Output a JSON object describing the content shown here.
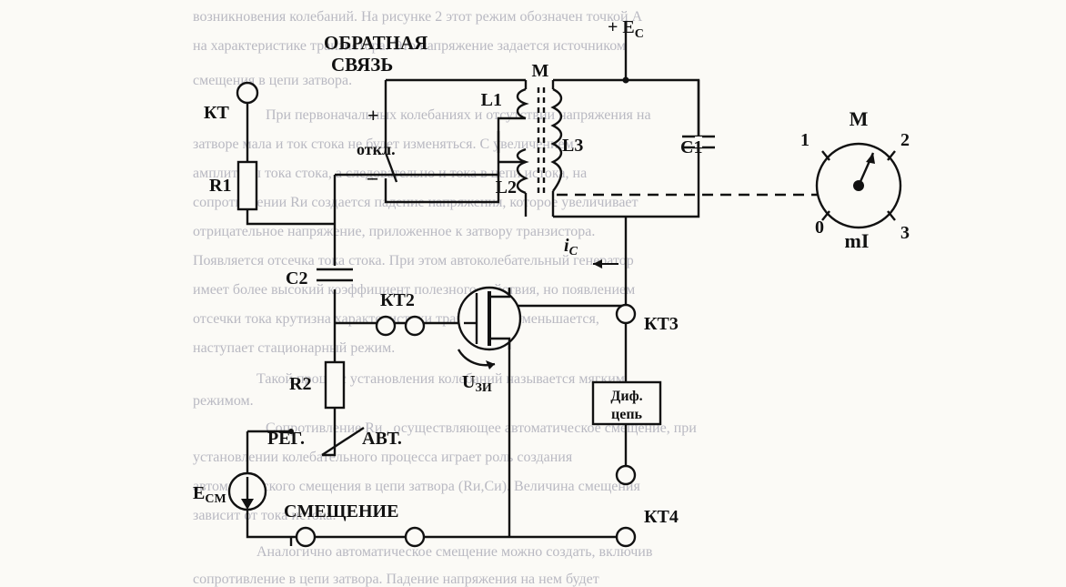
{
  "background_text": [
    "возникновения колебаний. На рисунке 2 этот режим обозначен точкой А",
    "на характеристике транзистора. Это напряжение задается источником",
    "смещения в цепи затвора.",
    "При первоначальных колебаниях и отсутствии напряжения на",
    "затворе мала и ток стока не будет изменяться. С увеличением",
    "амплитуды тока стока, а следовательно и тока в цепи истока, на",
    "сопротивлении Rи создается падение напряжения, которое увеличивает",
    "отрицательное напряжение, приложенное к затвору транзистора.",
    "Появляется отсечка тока стока. При этом автоколебательный генератор",
    "имеет более высокий коэффициент полезного действия, но появлением",
    "отсечки тока крутизна характеристики транзистора уменьшается,",
    "наступает стационарный режим.",
    "Такой процесс установления колебаний называется мягким",
    "режимом.",
    "Сопротивление Rи , осуществляющее автоматическое смещение, при",
    "установлении колебательного процесса играет роль создания",
    "автоматического смещения в цепи затвора (Rи,Cи). Величина смещения",
    "зависит от тока истока.",
    "Аналогично автоматическое смещение можно создать, включив",
    "сопротивление в цепи затвора. Падение напряжения на нем будет"
  ],
  "labels": {
    "supply": "+ E",
    "supply_sub": "C",
    "feedback_1": "ОБРАТНАЯ",
    "feedback_2": "СВЯЗЬ",
    "transformer": "M",
    "l1": "L1",
    "l2": "L2",
    "l3": "L3",
    "c1": "C1",
    "kt": "КТ",
    "plus": "+",
    "minus": "–",
    "switch_off": "откл.",
    "r1": "R1",
    "c2": "C2",
    "kt2": "КТ2",
    "kt3": "КТ3",
    "ic": "i",
    "ic_sub": "C",
    "r2": "R2",
    "uzi": "U",
    "uzi_sub": "ЗИ",
    "reg": "РЕГ.",
    "avt": "АВТ.",
    "dif_1": "Диф.",
    "dif_2": "цепь",
    "esm": "E",
    "esm_sub": "СМ",
    "bias": "СМЕЩЕНИЕ",
    "kt4": "КТ4",
    "meter": "M",
    "meter_unit": "mI",
    "scale_0": "0",
    "scale_1": "1",
    "scale_2": "2",
    "scale_3": "3"
  }
}
